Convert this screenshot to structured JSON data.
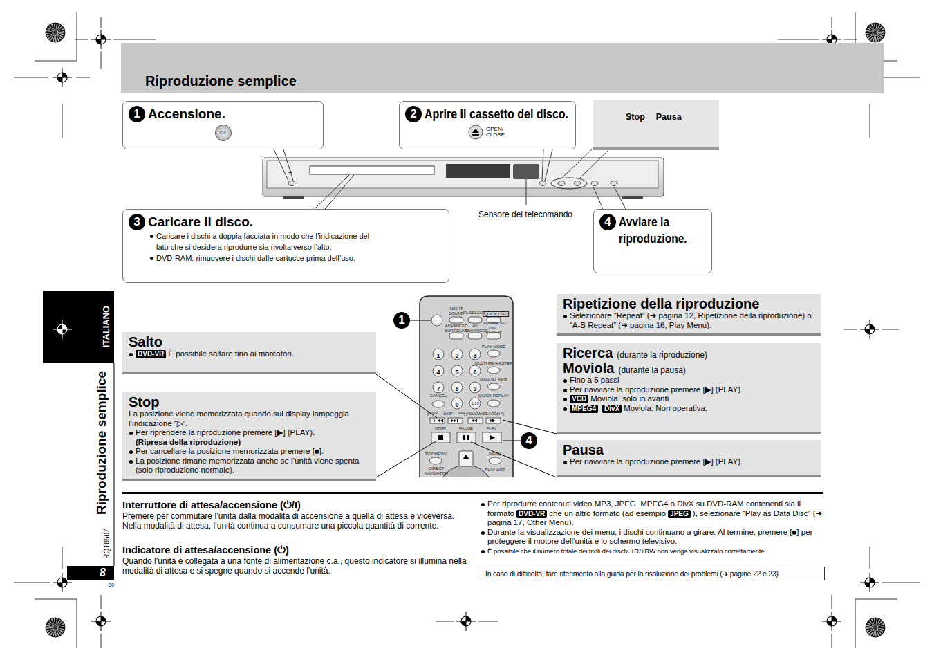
{
  "diagram": {
    "title": "Riproduzione semplice",
    "nodes": [
      {
        "text": [
          "1",
          "Accensione.",
          "⏻/I"
        ]
      },
      {
        "text": [
          "2",
          "Aprire il cassetto del disco.",
          "OPEN/ CLOSE"
        ]
      },
      {
        "text": [
          "Stop",
          "Pausa"
        ]
      },
      {
        "text": [
          "3",
          "Caricare il disco.",
          "Caricare i dischi a doppia facciata in modo che l’indicazione del lato che si desidera riprodurre sia rivolta verso l’alto.",
          "DVD-RAM: rimuovere i dischi dalle cartucce prima dell’uso."
        ]
      },
      {
        "text": [
          "4",
          "Avviare la riproduzione."
        ]
      },
      {
        "text": [
          "ITALIANO"
        ]
      },
      {
        "text": [
          "Salto",
          "DVD-VR",
          "È possibile saltare fino ai marcatori."
        ]
      },
      {
        "text": [
          "Stop",
          "La posizione viene memorizzata quando sul display lampeggia l’indicazione “▷”.",
          "Per riprendere la riproduzione premere [▶] (PLAY).",
          "(Ripresa della riproduzione)",
          "Per cancellare la posizione memorizzata premere [■].",
          "La posizione rimane memorizzata anche se l’unità viene spenta (solo riproduzione normale)."
        ]
      },
      {
        "text": [
          "Ripetizione della riproduzione",
          "Selezionare “Repeat” (➜ pagina 12, Ripetizione della riproduzione) o “A-B Repeat” (➜ pagina 16, Play Menu)."
        ]
      },
      {
        "text": [
          "Ricerca",
          "(durante la riproduzione)",
          "Moviola",
          "(durante la pausa)",
          "Fino a 5 passi",
          "Per riavviare la riproduzione premere [▶] (PLAY).",
          "VCD",
          "Moviola: solo in avanti",
          "MPEG4",
          "DivX",
          "Moviola: Non operativa."
        ]
      },
      {
        "text": [
          "Pausa",
          "Per riavviare la riproduzione premere [▶] (PLAY)."
        ]
      },
      {
        "text": [
          "In caso di difficoltà, fare riferimento alla guida per la risoluzione dei problemi (➜ pagine 22 e 23)."
        ]
      },
      {
        "text": [
          "8"
        ]
      }
    ],
    "labels": [
      "Sensore del telecomando",
      "Riproduzione semplice",
      "RQT8507",
      "30",
      "NIGHT SOUND",
      "FL SELECT",
      "QUICK OSD",
      "ADVANCED SURROUND",
      "AV ENHANCER",
      "ADVANCED DISC REVIEW",
      "PLAY MODE",
      "MULTI RE-MASTER",
      "MANUAL SKIP",
      "CANCEL",
      "QUICK REPLAY",
      "1",
      "2",
      "3",
      "4",
      "5",
      "6",
      "7",
      "8",
      "9",
      "0",
      "≧10",
      "SKIP",
      "SLOW/SEARCH",
      "STOP",
      "PAUSE",
      "PLAY",
      "TOP MENU",
      "MENU",
      "DIRECT NAVIGATOR",
      "PLAY LIST",
      "1",
      "4",
      "Interruttore di attesa/accensione (⏻/I)",
      "Premere per commutare l’unità dalla modalità di accensione a quella di attesa e viceversa. Nella modalità di attesa, l’unità continua a consumare una piccola quantità di corrente.",
      "Indicatore di attesa/accensione (⏻)",
      "Quando l’unità è collegata a una fonte di alimentazione c.a., questo indicatore si illumina nella modalità di attesa e si spegne quando si accende l’unità.",
      "Per riprodurre contenuti video MP3, JPEG, MPEG4 o DivX su DVD-RAM contenenti sia il formato",
      "DVD-VR",
      "che un altro formato (ad esempio",
      "JPEG",
      "), selezionare “Play as Data Disc” (➜ pagina 17, Other Menu).",
      "Durante la visualizzazione dei menu, i dischi continuano a girare. Al termine, premere [■] per proteggere il motore dell’unità e lo schermo televisivo.",
      "È possibile che il numero totale dei titoli dei dischi +R/+RW non venga visualizzato correttamente."
    ]
  }
}
